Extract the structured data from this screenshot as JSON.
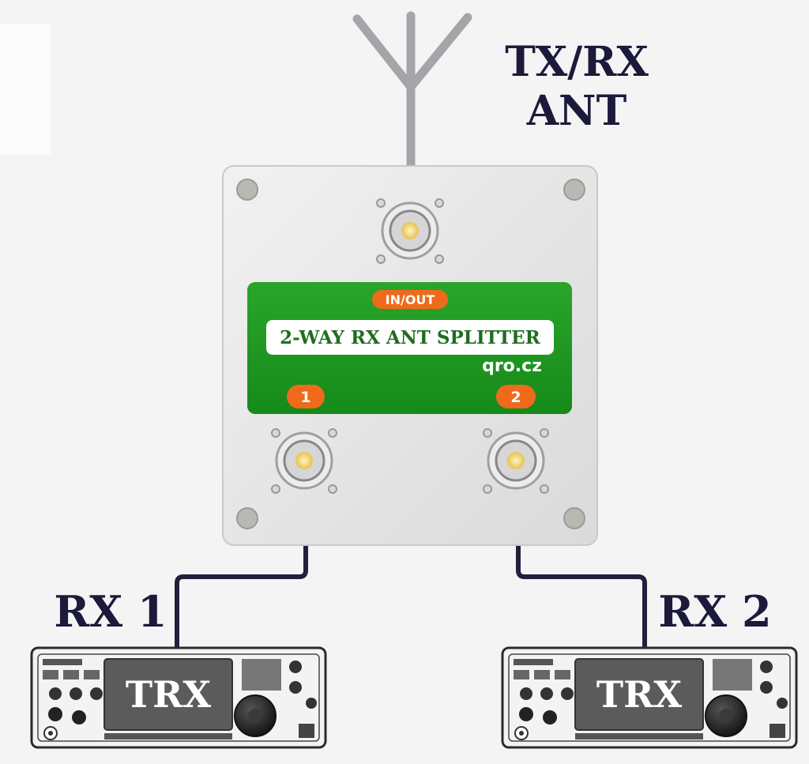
{
  "antenna": {
    "label_line1": "TX/RX",
    "label_line2": "ANT"
  },
  "splitter": {
    "port_in_label": "IN/OUT",
    "title": "2-WAY RX ANT SPLITTER",
    "brand": "qro.cz",
    "port_1_label": "1",
    "port_2_label": "2"
  },
  "receivers": [
    {
      "label": "RX 1",
      "screen_text": "TRX"
    },
    {
      "label": "RX 2",
      "screen_text": "TRX"
    }
  ],
  "colors": {
    "background": "#f4f4f5",
    "text_dark": "#1c1a3a",
    "green_panel": "#1f9a24",
    "orange_pill": "#ef6a1b",
    "cable": "#22203c",
    "antenna": "#a3a5a8"
  }
}
